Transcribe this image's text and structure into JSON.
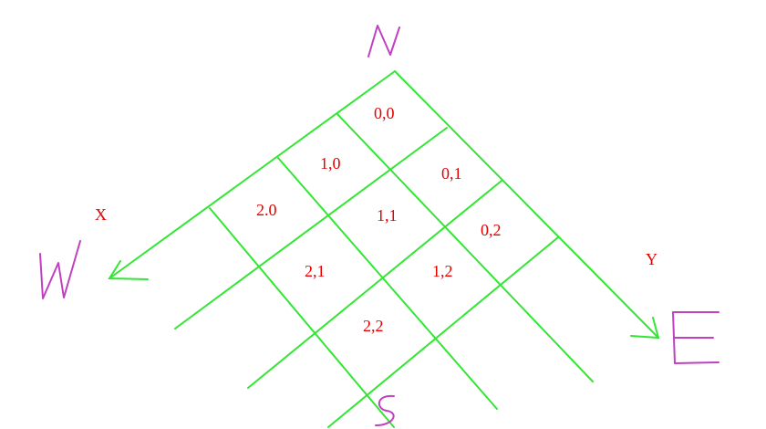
{
  "cells": [
    {
      "label": "0,0"
    },
    {
      "label": "1,0"
    },
    {
      "label": "0,1"
    },
    {
      "label": "2.0"
    },
    {
      "label": "1,1"
    },
    {
      "label": "0,2"
    },
    {
      "label": "2,1"
    },
    {
      "label": "1,2"
    },
    {
      "label": "2,2"
    }
  ],
  "axes": {
    "x_label": "X",
    "y_label": "Y"
  },
  "compass": {
    "north": "N",
    "west": "W",
    "east": "E",
    "south": "S"
  },
  "colors": {
    "grid": "#33e633",
    "labels": "#e60000",
    "compass": "#c040c0"
  }
}
